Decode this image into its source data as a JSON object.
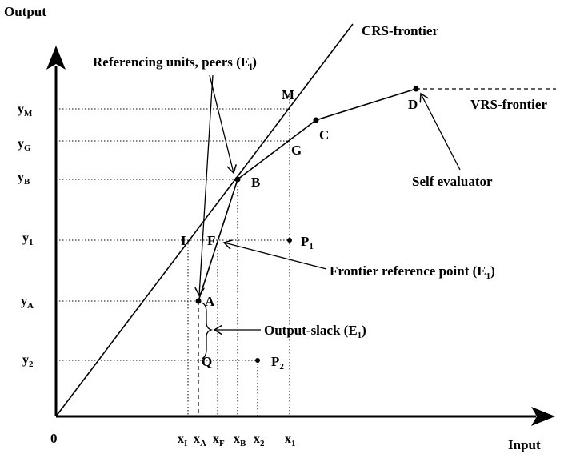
{
  "axes": {
    "y_label": "Output",
    "x_label": "Input",
    "origin": "0"
  },
  "frontiers": {
    "crs": "CRS-frontier",
    "vrs": "VRS-frontier"
  },
  "y_ticks": [
    {
      "main": "y",
      "sub": "M"
    },
    {
      "main": "y",
      "sub": "G"
    },
    {
      "main": "y",
      "sub": "B"
    },
    {
      "main": "y",
      "sub": "1"
    },
    {
      "main": "y",
      "sub": "A"
    },
    {
      "main": "y",
      "sub": "2"
    }
  ],
  "x_ticks": [
    {
      "main": "x",
      "sub": "I"
    },
    {
      "main": "x",
      "sub": "A"
    },
    {
      "main": "x",
      "sub": "F"
    },
    {
      "main": "x",
      "sub": "B"
    },
    {
      "main": "x",
      "sub": "2"
    },
    {
      "main": "x",
      "sub": "1"
    }
  ],
  "points": {
    "M": "M",
    "G": "G",
    "B": "B",
    "C": "C",
    "D": "D",
    "A": "A",
    "Q": "Q",
    "I": "I",
    "F": "F",
    "P1": {
      "main": "P",
      "sub": "1"
    },
    "P2": {
      "main": "P",
      "sub": "2"
    }
  },
  "annotations": {
    "peers": {
      "text": "Referencing units, peers (",
      "sub": "l",
      "main_tail": "E",
      "close": ")"
    },
    "self_evaluator": "Self evaluator",
    "frontier_ref": {
      "text": "Frontier reference point (E",
      "sub": "1",
      "close": ")"
    },
    "output_slack": {
      "text": "Output-slack (E",
      "sub": "1",
      "close": ")"
    }
  }
}
